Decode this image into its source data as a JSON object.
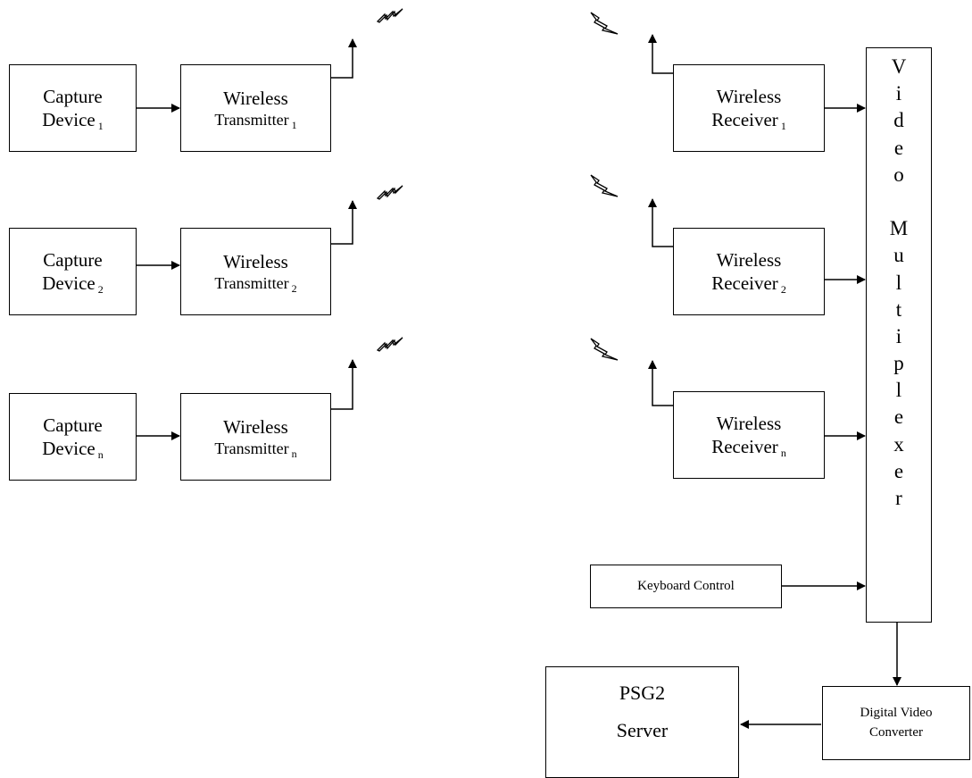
{
  "capture_devices": [
    {
      "name": "Capture",
      "label": "Device",
      "sub": "1"
    },
    {
      "name": "Capture",
      "label": "Device",
      "sub": "2"
    },
    {
      "name": "Capture",
      "label": "Device",
      "sub": "n"
    }
  ],
  "transmitters": [
    {
      "name": "Wireless",
      "label": "Transmitter",
      "sub": "1"
    },
    {
      "name": "Wireless",
      "label": "Transmitter",
      "sub": "2"
    },
    {
      "name": "Wireless",
      "label": "Transmitter",
      "sub": "n"
    }
  ],
  "receivers": [
    {
      "name": "Wireless",
      "label": "Receiver",
      "sub": "1"
    },
    {
      "name": "Wireless",
      "label": "Receiver",
      "sub": "2"
    },
    {
      "name": "Wireless",
      "label": "Receiver",
      "sub": "n"
    }
  ],
  "multiplexer": {
    "letters": [
      "V",
      "i",
      "d",
      "e",
      "o",
      " ",
      "M",
      "u",
      "l",
      "t",
      "i",
      "p",
      "l",
      "e",
      "x",
      "e",
      "r"
    ]
  },
  "keyboard_control": {
    "label": "Keyboard Control"
  },
  "converter": {
    "line1": "Digital Video",
    "line2": "Converter"
  },
  "server": {
    "line1": "PSG2",
    "line2": "Server"
  }
}
